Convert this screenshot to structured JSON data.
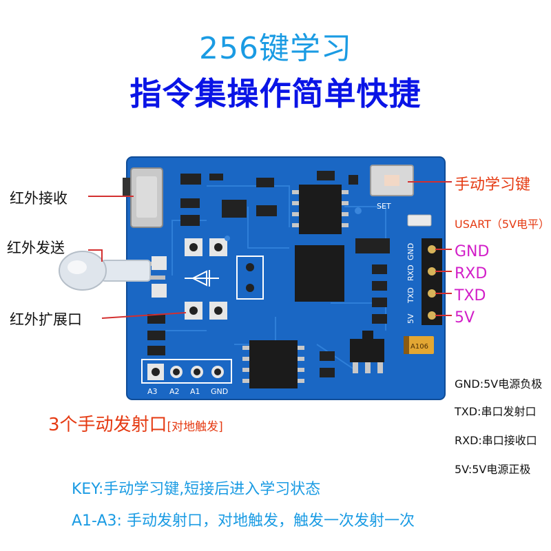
{
  "title": "256键学习",
  "subtitle": "指令集操作简单快捷",
  "labels": {
    "ir_receive": "红外接收",
    "ir_send": "红外发送",
    "ir_expand": "红外扩展口",
    "manual_learn_key": "手动学习键",
    "usart": "USART（5V电平）",
    "gnd": "GND",
    "rxd": "RXD",
    "txd": "TXD",
    "v5": "5V",
    "manual_ports": "3个手动发射口",
    "manual_ports_note": "[对地触发]"
  },
  "pin_notes": [
    "GND:5V电源负极",
    "TXD:串口发射口",
    "RXD:串口接收口",
    "5V:5V电源正极"
  ],
  "board_silk": {
    "set": "SET",
    "header_pins": [
      "5V",
      "TXD",
      "RXD",
      "GND"
    ],
    "bottom_pins": [
      "A3",
      "A2",
      "A1",
      "GND"
    ],
    "cap": "A106"
  },
  "bottom_text": [
    "KEY:手动学习键,短接后进入学习状态",
    "A1-A3: 手动发射口，对地触发，触发一次发射一次"
  ],
  "colors": {
    "pcb": "#1a67c4",
    "title": "#1a9be3",
    "subtitle": "#0a14e6",
    "red_label": "#e53a12",
    "pink_label": "#d21ec8"
  }
}
